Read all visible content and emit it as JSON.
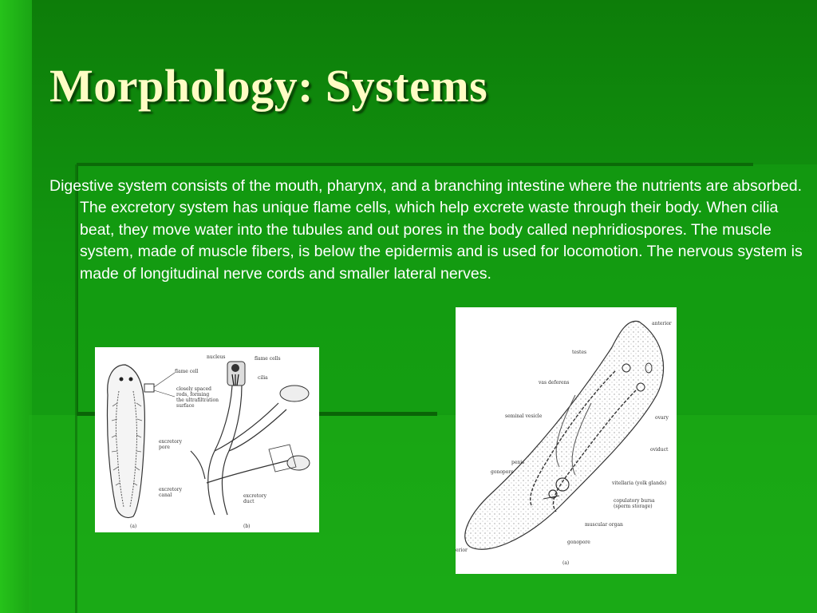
{
  "slide": {
    "title": "Morphology: Systems",
    "body": "Digestive system consists of the mouth, pharynx, and a branching intestine where the nutrients are absorbed. The excretory system has unique flame cells, which help excrete waste through their body. When cilia beat, they move water into the tubules and out pores in the body called nephridiospores. The muscle system, made of muscle fibers, is below the epidermis and is used for locomotion. The nervous system is made of longitudinal nerve cords and smaller lateral nerves."
  },
  "figures": {
    "excretory": {
      "labels": [
        "nucleus",
        "flame cells",
        "flame cell",
        "cilia",
        "closely spaced",
        "rods, forming",
        "the ultrafiltration",
        "surface",
        "excretory",
        "pore",
        "excretory",
        "canal",
        "excretory",
        "duct",
        "(a)",
        "(b)"
      ]
    },
    "reproductive": {
      "labels": [
        "anterior",
        "testes",
        "vas deferens",
        "seminal vesicle",
        "ovary",
        "oviduct",
        "penis",
        "gonopore",
        "vitellaria (yolk glands)",
        "copulatory bursa",
        "(sperm storage)",
        "muscular organ",
        "gonopore",
        "erior",
        "(a)"
      ]
    }
  },
  "colors": {
    "title": "#fffcc4",
    "body_text": "#ffffff",
    "background": "#13930f"
  }
}
